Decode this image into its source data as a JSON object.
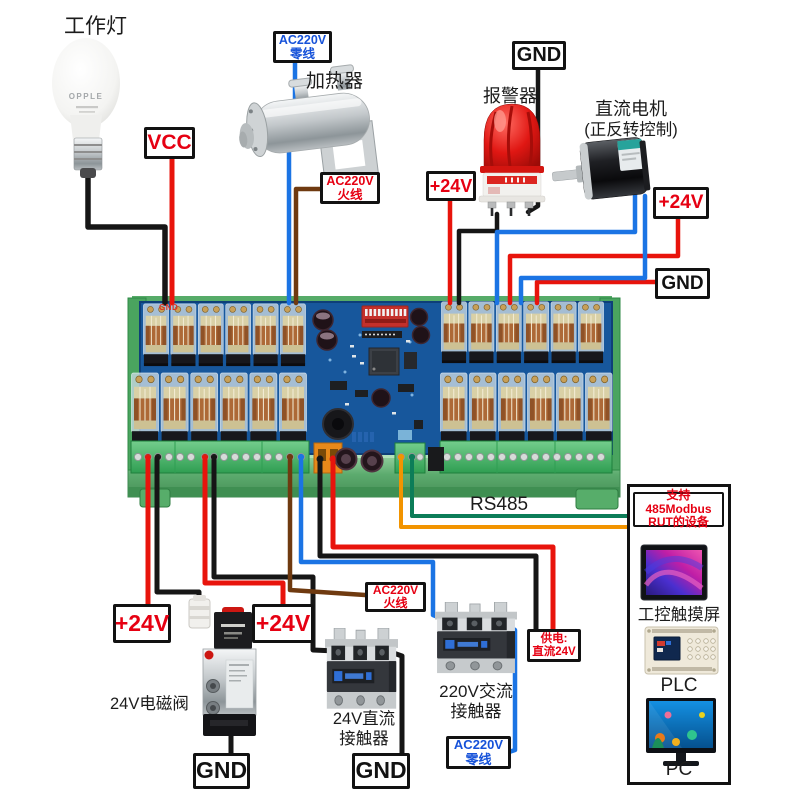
{
  "tags": {
    "vcc": "VCC",
    "gnd": "GND",
    "plus24v": "+24V",
    "ac220v": "AC220V",
    "neutral_line": "零线",
    "live_line": "火线",
    "supply_line1": "供电:",
    "supply_line2": "直流24V",
    "rs485": "RS485",
    "modbus_line1": "支持485Modbus",
    "modbus_line2": "RUT的设备",
    "board_gnd_silk": "GND"
  },
  "devices": {
    "work_light": {
      "label": "工作灯",
      "brand": "OPPLE"
    },
    "heater": {
      "label": "加热器"
    },
    "alarm": {
      "label": "报警器"
    },
    "dc_motor": {
      "label_line1": "直流电机",
      "label_line2": "(正反转控制)"
    },
    "solenoid_valve": {
      "label": "24V电磁阀"
    },
    "dc_contactor": {
      "label_line1": "24V直流",
      "label_line2": "接触器"
    },
    "ac_contactor": {
      "label_line1": "220V交流",
      "label_line2": "接触器"
    },
    "touchscreen": {
      "label": "工控触摸屏"
    },
    "plc": {
      "label": "PLC"
    },
    "pc": {
      "label": "PC"
    }
  },
  "colors": {
    "wire_red": "#e8140c",
    "wire_black": "#161616",
    "wire_blue": "#1b74e4",
    "wire_brown": "#6f3a10",
    "wire_orange": "#f29400",
    "wire_green": "#0c7d58",
    "label_red": "#e60012",
    "label_blue": "#1652d9",
    "pcb_blue": "#17579c",
    "board_green": "#4aa45f"
  }
}
